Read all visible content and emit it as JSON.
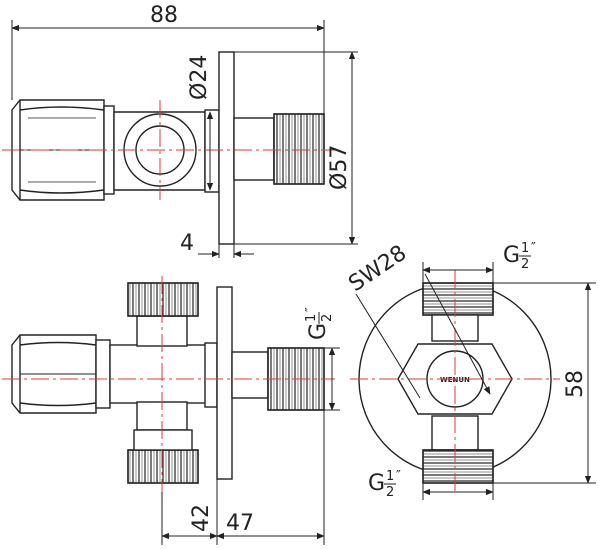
{
  "drawing": {
    "dims": {
      "width_88": "88",
      "dia_24": "Ø24",
      "dia_57": "Ø57",
      "thick_4": "4",
      "sw_28": "SW28",
      "g_top_right": "G",
      "g_left_mid": "G",
      "g_bottom_right": "G",
      "frac_num": "1",
      "frac_den": "2",
      "inch_mark": "″",
      "height_58": "58",
      "depth_42": "42",
      "depth_47": "47"
    },
    "logo_text": "WENUN"
  }
}
